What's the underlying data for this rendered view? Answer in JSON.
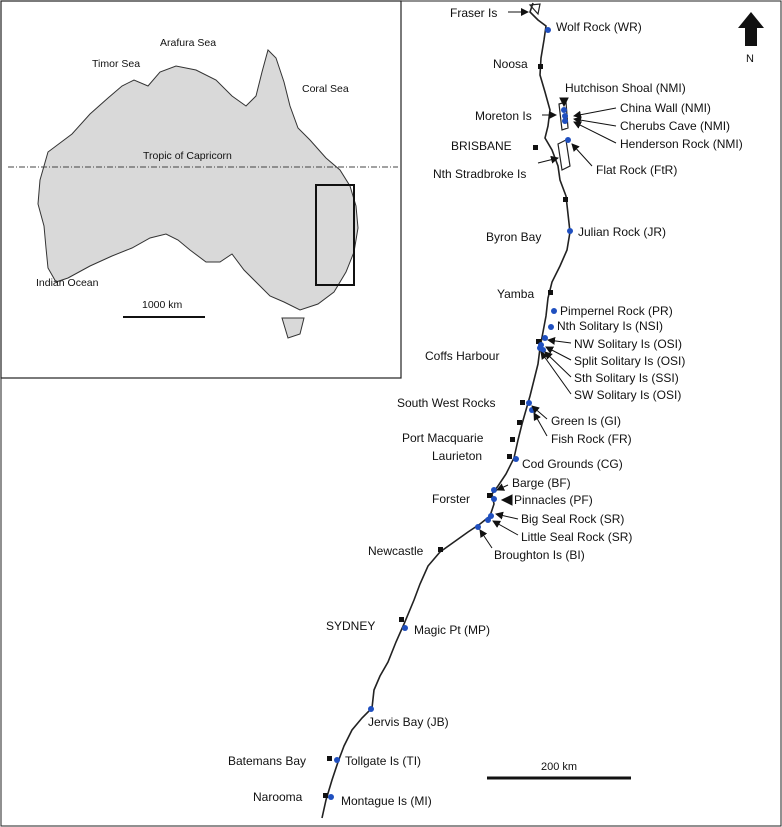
{
  "inset": {
    "labels": {
      "arafura_sea": "Arafura Sea",
      "timor_sea": "Timor Sea",
      "coral_sea": "Coral Sea",
      "tropic": "Tropic of Capricorn",
      "indian_ocean": "Indian Ocean"
    },
    "scale_label": "1000 km"
  },
  "north_label": "N",
  "scale_label": "200 km",
  "colors": {
    "site_dot": "#1f4fbf",
    "coast": "#222222",
    "land": "#d9d9d9"
  },
  "sites": [
    {
      "label": "Wolf Rock (WR)"
    },
    {
      "label": "Hutchison Shoal (NMI)"
    },
    {
      "label": "China Wall (NMI)"
    },
    {
      "label": "Cherubs Cave (NMI)"
    },
    {
      "label": "Henderson Rock (NMI)"
    },
    {
      "label": "Flat Rock (FtR)"
    },
    {
      "label": "Julian Rock (JR)"
    },
    {
      "label": "Pimpernel Rock (PR)"
    },
    {
      "label": "Nth Solitary Is (NSI)"
    },
    {
      "label": "NW Solitary Is (OSI)"
    },
    {
      "label": "Split Solitary Is (OSI)"
    },
    {
      "label": "Sth Solitary Is (SSI)"
    },
    {
      "label": "SW Solitary Is (OSI)"
    },
    {
      "label": "Green Is (GI)"
    },
    {
      "label": "Fish Rock (FR)"
    },
    {
      "label": "Cod Grounds (CG)"
    },
    {
      "label": "Barge (BF)"
    },
    {
      "label": "Pinnacles (PF)"
    },
    {
      "label": "Big Seal Rock (SR)"
    },
    {
      "label": "Little Seal Rock (SR)"
    },
    {
      "label": "Broughton Is (BI)"
    },
    {
      "label": "Magic Pt (MP)"
    },
    {
      "label": "Jervis Bay (JB)"
    },
    {
      "label": "Tollgate Is (TI)"
    },
    {
      "label": "Montague Is (MI)"
    }
  ],
  "towns": [
    {
      "label": "Fraser Is"
    },
    {
      "label": "Noosa"
    },
    {
      "label": "Moreton Is"
    },
    {
      "label": "BRISBANE"
    },
    {
      "label": "Nth Stradbroke Is"
    },
    {
      "label": "Byron Bay"
    },
    {
      "label": "Yamba"
    },
    {
      "label": "Coffs Harbour"
    },
    {
      "label": "South West Rocks"
    },
    {
      "label": "Port Macquarie"
    },
    {
      "label": "Laurieton"
    },
    {
      "label": "Forster"
    },
    {
      "label": "Newcastle"
    },
    {
      "label": "SYDNEY"
    },
    {
      "label": "Batemans Bay"
    },
    {
      "label": "Narooma"
    }
  ]
}
